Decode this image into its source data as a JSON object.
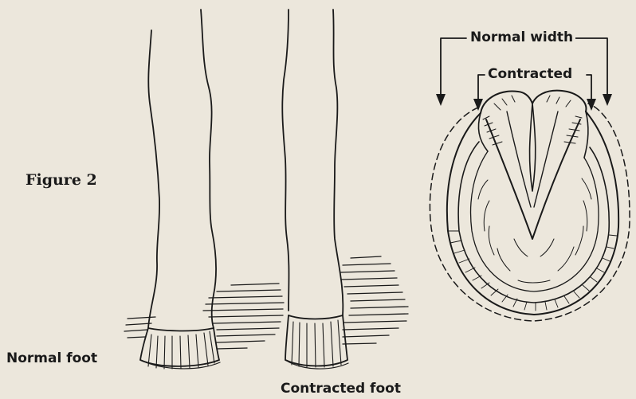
{
  "figure_label": "Figure 2",
  "labels": {
    "normal_foot": "Normal foot",
    "contracted_foot": "Contracted foot",
    "normal_width": "Normal width",
    "contracted": "Contracted"
  }
}
